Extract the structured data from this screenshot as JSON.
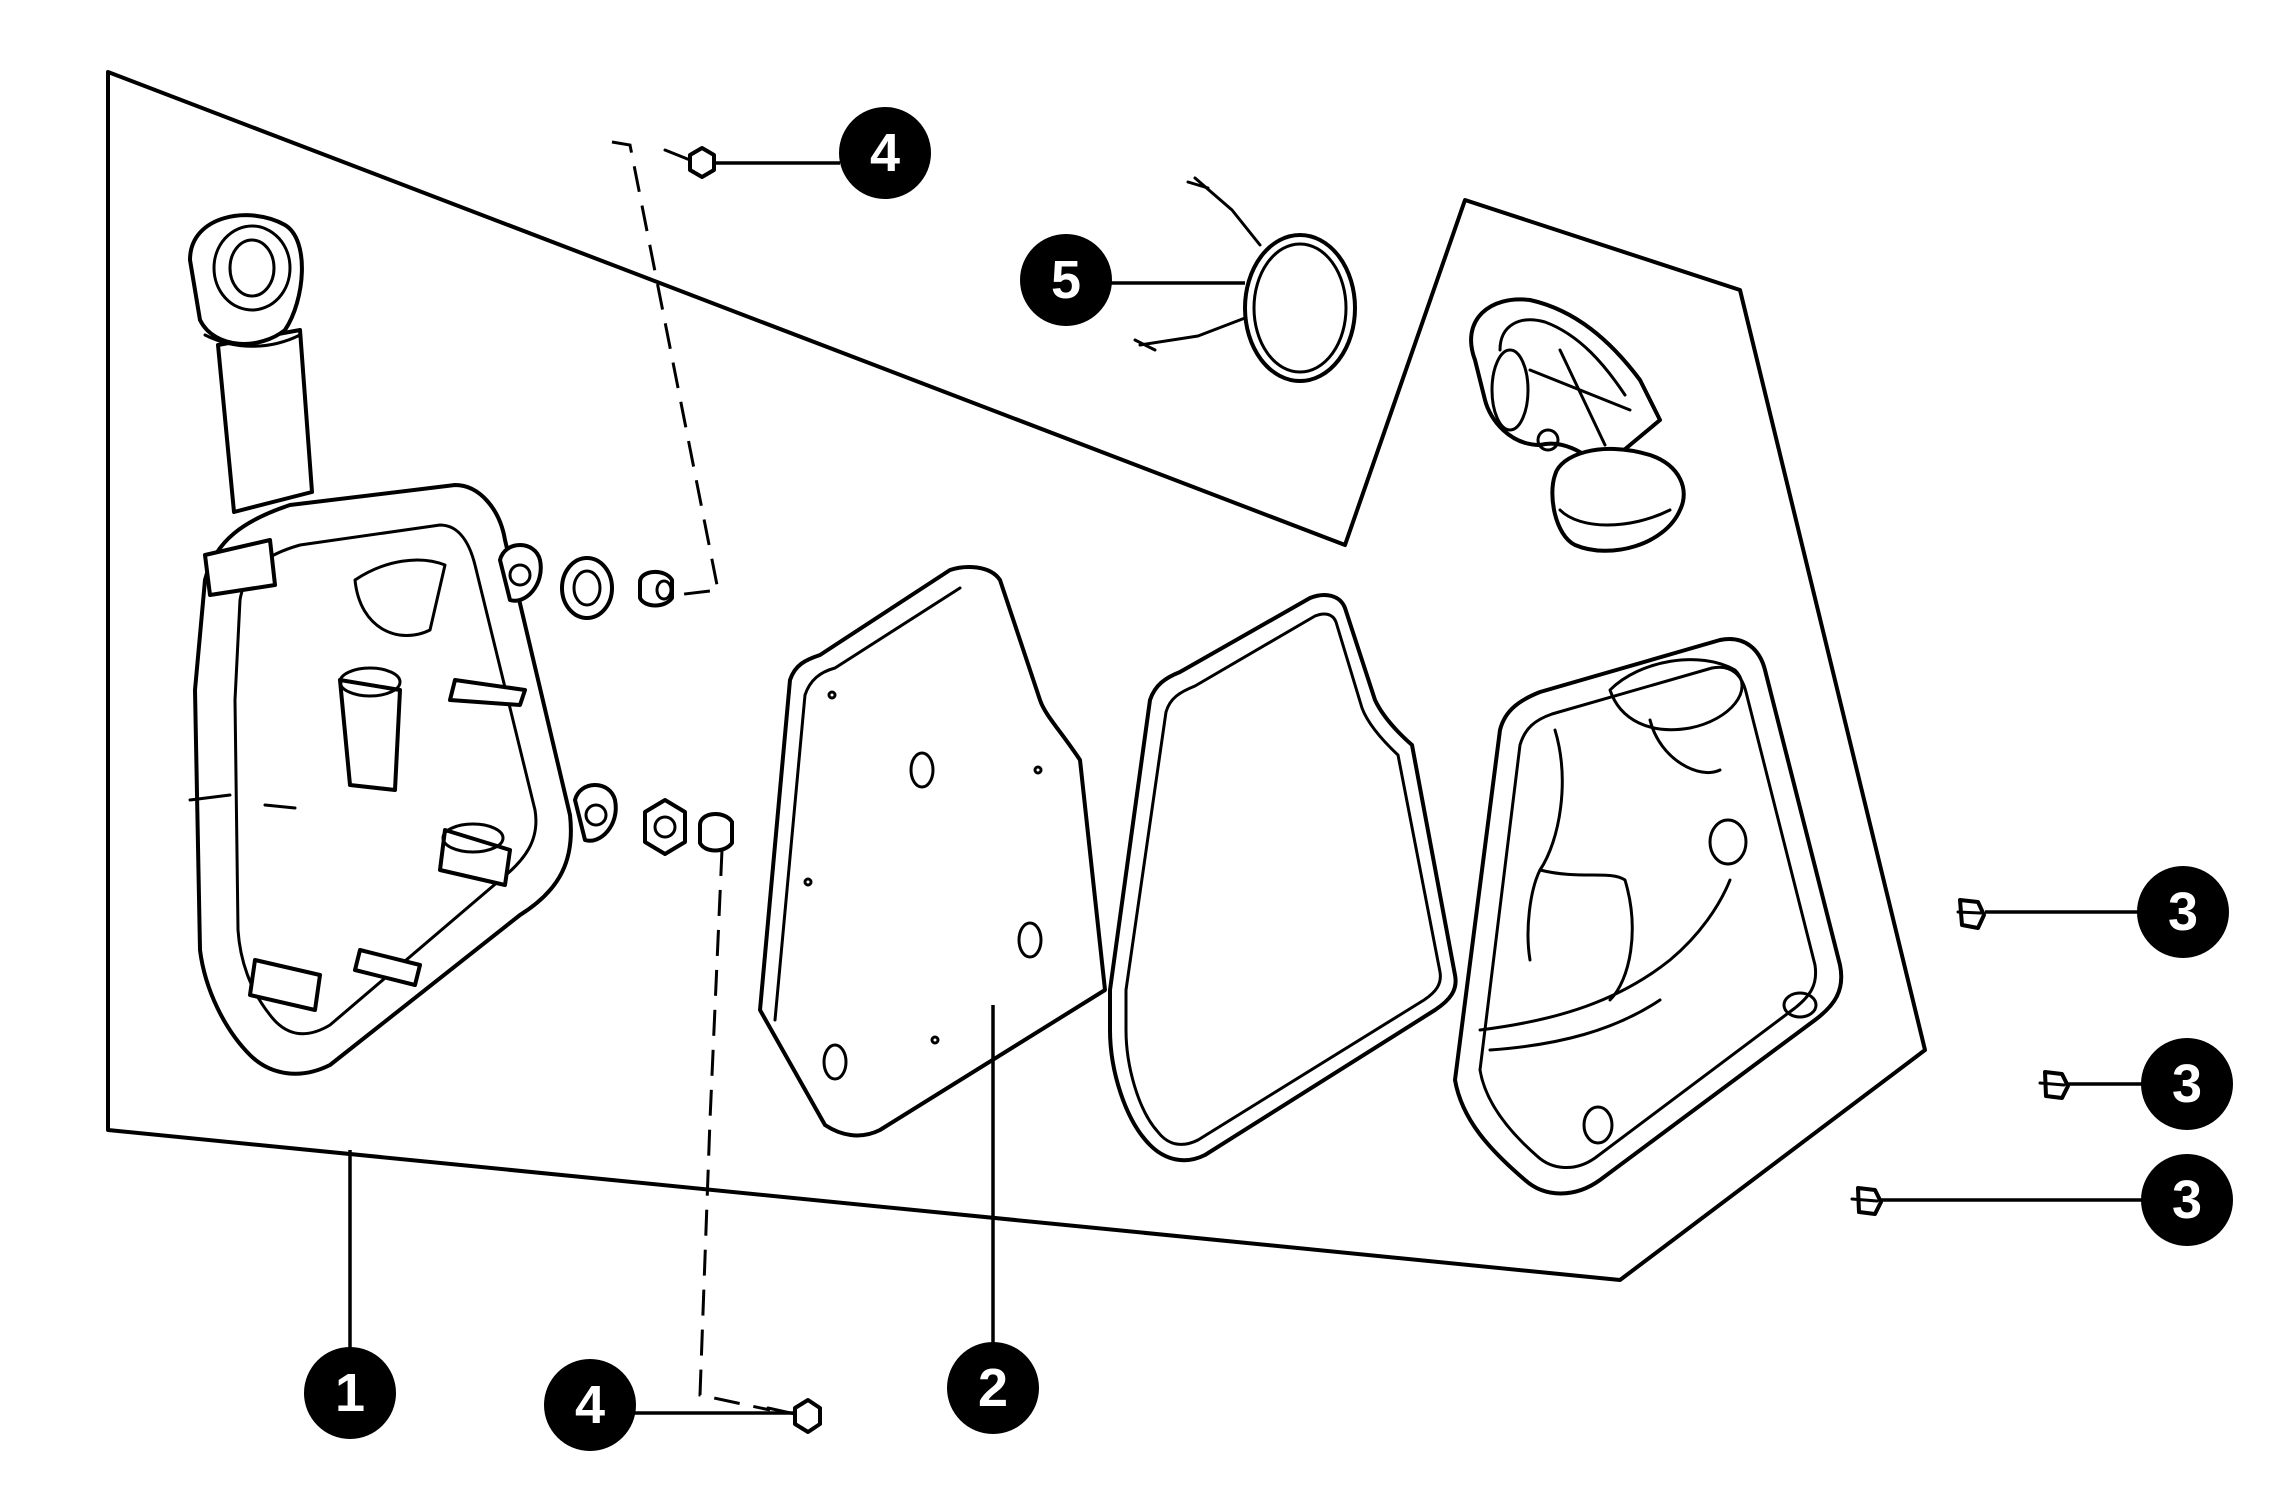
{
  "callouts": [
    {
      "id": "callout-1",
      "label": "1"
    },
    {
      "id": "callout-2",
      "label": "2"
    },
    {
      "id": "callout-3a",
      "label": "3"
    },
    {
      "id": "callout-3b",
      "label": "3"
    },
    {
      "id": "callout-3c",
      "label": "3"
    },
    {
      "id": "callout-4a",
      "label": "4"
    },
    {
      "id": "callout-4b",
      "label": "4"
    },
    {
      "id": "callout-5",
      "label": "5"
    }
  ],
  "colors": {
    "line": "#000000",
    "background": "#ffffff",
    "badge_fill": "#000000",
    "badge_text": "#ffffff"
  }
}
